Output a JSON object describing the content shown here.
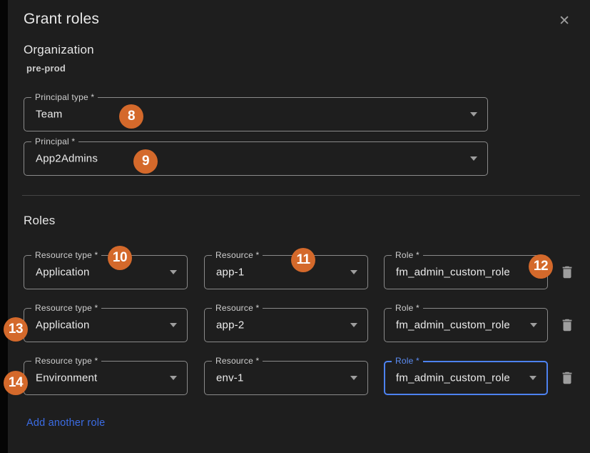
{
  "colors": {
    "modal_background": "#1e1e1e",
    "backdrop": "#050505",
    "field_border": "#8a8a8a",
    "focus_blue": "#4d82f0",
    "link_blue": "#3b6ce4",
    "annotation_orange": "#d4692b",
    "icon_gray": "#9e9e9e"
  },
  "dialog": {
    "title": "Grant roles",
    "close_glyph": "✕"
  },
  "organization": {
    "heading": "Organization",
    "name": "pre-prod"
  },
  "principal_fields": {
    "principal_type": {
      "label": "Principal type *",
      "value": "Team"
    },
    "principal": {
      "label": "Principal *",
      "value": "App2Admins"
    }
  },
  "roles": {
    "heading": "Roles",
    "add_link": "Add another role",
    "rows": [
      {
        "resource_type_label": "Resource type *",
        "resource_type_value": "Application",
        "resource_label": "Resource *",
        "resource_value": "app-1",
        "role_label": "Role *",
        "role_value": "fm_admin_custom_role"
      },
      {
        "resource_type_label": "Resource type *",
        "resource_type_value": "Application",
        "resource_label": "Resource *",
        "resource_value": "app-2",
        "role_label": "Role *",
        "role_value": "fm_admin_custom_role"
      },
      {
        "resource_type_label": "Resource type *",
        "resource_type_value": "Environment",
        "resource_label": "Resource *",
        "resource_value": "env-1",
        "role_label": "Role *",
        "role_value": "fm_admin_custom_role"
      }
    ]
  },
  "annotations": [
    {
      "label": "8"
    },
    {
      "label": "9"
    },
    {
      "label": "10"
    },
    {
      "label": "11"
    },
    {
      "label": "12"
    },
    {
      "label": "13"
    },
    {
      "label": "14"
    }
  ]
}
